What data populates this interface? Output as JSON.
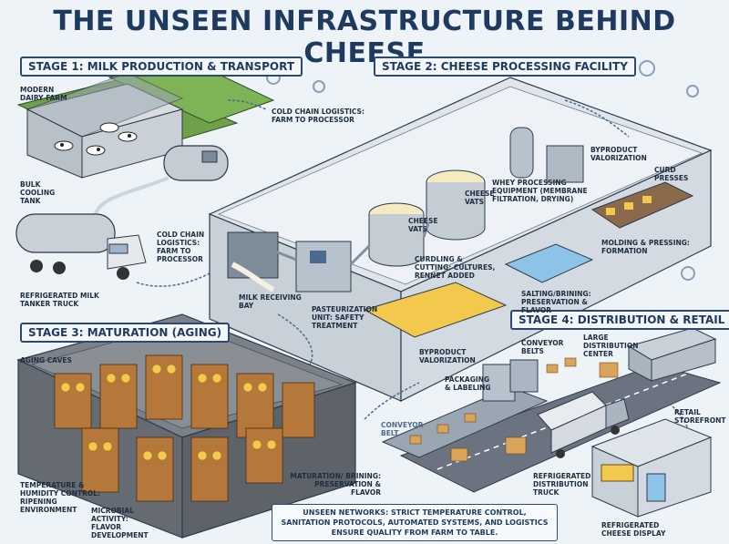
{
  "title": "THE UNSEEN INFRASTRUCTURE BEHIND CHEESE",
  "stages": {
    "stage1": "STAGE 1: MILK PRODUCTION & TRANSPORT",
    "stage2": "STAGE 2: CHEESE PROCESSING FACILITY",
    "stage3": "STAGE 3: MATURATION (AGING)",
    "stage4": "STAGE 4: DISTRIBUTION & RETAIL"
  },
  "labels": {
    "dairy_farm": "MODERN DAIRY FARM",
    "bulk_tank": "BULK COOLING TANK",
    "cold_chain_top": "COLD CHAIN LOGISTICS: FARM TO PROCESSOR",
    "cold_chain_mid": "COLD CHAIN LOGISTICS: FARM TO PROCESSOR",
    "tanker": "REFRIGERATED MILK TANKER TRUCK",
    "receiving_bay": "MILK RECEIVING BAY",
    "pasteurization": "PASTEURIZATION UNIT: SAFETY TREATMENT",
    "cheese_vats_1": "CHEESE VATS",
    "cheese_vats_2": "CHEESE VATS",
    "curdling": "CURDLING & CUTTING: CULTURES, RENNET ADDED",
    "whey": "WHEY PROCESSING EQUIPMENT (MEMBRANE FILTRATION, DRYING)",
    "byproduct_top": "BYPRODUCT VALORIZATION",
    "curd_presses": "CURD PRESSES",
    "molding": "MOLDING & PRESSING: FORMATION",
    "salting": "SALTING/BRINING: PRESERVATION & FLAVOR",
    "byproduct_bottom": "BYPRODUCT VALORIZATION",
    "aging_caves": "AGING CAVES",
    "temperature": "TEMPERATURE & HUMIDITY CONTROL: RIPENING ENVIRONMENT",
    "microbial": "MICROBIAL ACTIVITY: FLAVOR DEVELOPMENT",
    "maturation": "MATURATION/ BRINING: PRESERVATION & FLAVOR",
    "conveyor_belts": "CONVEYOR BELTS",
    "packaging": "PACKAGING & LABELING",
    "conveyor_belt": "CONVEYOR BELT",
    "distribution_center": "LARGE DISTRIBUTION CENTER",
    "retail": "RETAIL STOREFRONT",
    "refrigerated_truck": "REFRIGERATED DISTRIBUTION TRUCK",
    "cheese_display": "REFRIGERATED CHEESE DISPLAY"
  },
  "note": "UNSEEN NETWORKS: STRICT TEMPERATURE CONTROL, SANITATION PROTOCOLS, AUTOMATED SYSTEMS, AND LOGISTICS ENSURE QUALITY FROM FARM TO TABLE.",
  "colors": {
    "title": "#1e3a5f",
    "steel": "#b9c4cf",
    "grass": "#6fa04a",
    "cheese": "#f2c94c",
    "wood": "#b5773a",
    "cave": "#8a8f96",
    "road": "#6b7380"
  }
}
